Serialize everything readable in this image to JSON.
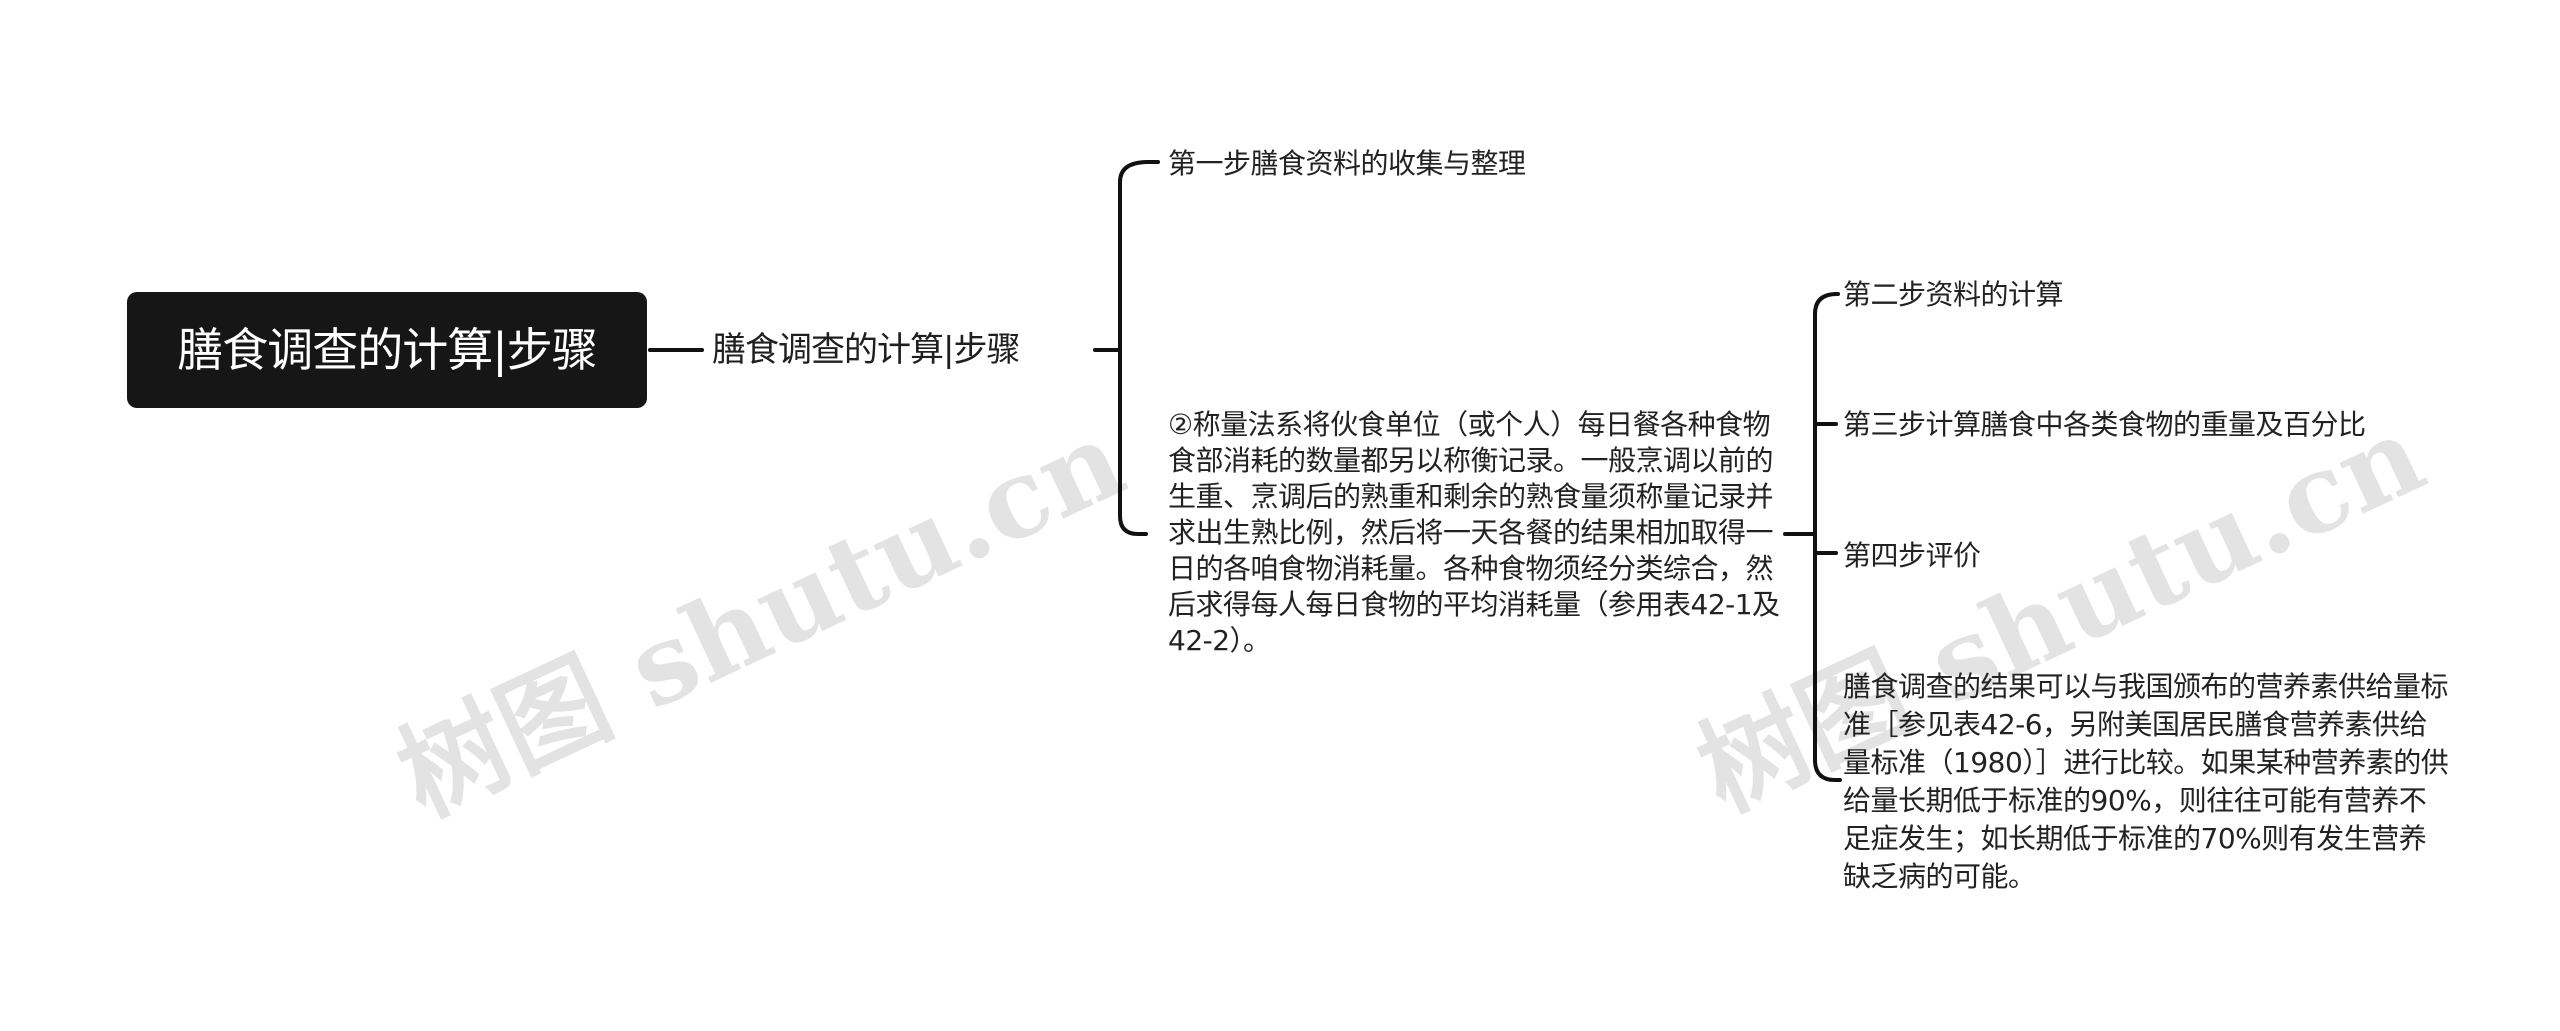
{
  "root": {
    "label": "膳食调查的计算|步骤"
  },
  "branch": {
    "label": "膳食调查的计算|步骤"
  },
  "children": {
    "step1": "第一步膳食资料的收集与整理",
    "weighing": "②称量法系将伙食单位（或个人）每日餐各种食物食部消耗的数量都另以称衡记录。一般烹调以前的生重、烹调后的熟重和剩余的熟食量须称量记录并求出生熟比例，然后将一天各餐的结果相加取得一日的各咱食物消耗量。各种食物须经分类综合，然后求得每人每日食物的平均消耗量（参用表42-1及42-2）。"
  },
  "sub_children": {
    "step2": "第二步资料的计算",
    "step3": "第三步计算膳食中各类食物的重量及百分比",
    "step4": "第四步评价",
    "result": "膳食调查的结果可以与我国颁布的营养素供给量标准［参见表42-6，另附美国居民膳食营养素供给量标准（1980）］进行比较。如果某种营养素的供给量长期低于标准的90%，则往往可能有营养不足症发生；如长期低于标准的70%则有发生营养缺乏病的可能。"
  },
  "watermark": "树图 shutu.cn",
  "colors": {
    "root_bg": "#161616",
    "root_text": "#ffffff",
    "line": "#111111",
    "text": "#222222"
  }
}
